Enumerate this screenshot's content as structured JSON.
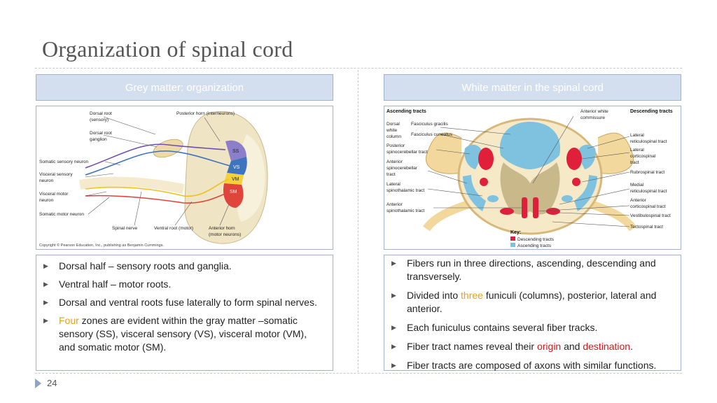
{
  "slide": {
    "title": "Organization of spinal cord",
    "page_number": "24"
  },
  "left_panel": {
    "header": "Grey matter: organization",
    "figure_labels": {
      "dorsal_root": "Dorsal root",
      "dorsal_root_sub": "(sensory)",
      "dorsal_root_ganglion": "Dorsal root",
      "dorsal_root_ganglion_sub": "ganglion",
      "posterior_horn": "Posterior horn (interneurons)",
      "somatic_sensory_neuron": "Somatic sensory neuron",
      "visceral_sensory_neuron": "Visceral sensory",
      "visceral_sensory_neuron_sub": "neuron",
      "visceral_motor_neuron": "Visceral motor",
      "visceral_motor_neuron_sub": "neuron",
      "somatic_motor_neuron": "Somatic motor neuron",
      "spinal_nerve": "Spinal nerve",
      "ventral_root": "Ventral root (motor)",
      "anterior_horn": "Anterior horn",
      "anterior_horn_sub": "(motor neurons)",
      "ss": "SS",
      "vs": "VS",
      "vm": "VM",
      "sm": "SM",
      "copyright": "Copyright © Pearson Education, Inc., publishing as Benjamin Cummings."
    },
    "bullets": [
      {
        "pre": "Dorsal half – sensory roots and ganglia.",
        "hl": "",
        "post": ""
      },
      {
        "pre": "Ventral half – motor roots.",
        "hl": "",
        "post": ""
      },
      {
        "pre": "Dorsal and ventral roots fuse laterally to form spinal nerves.",
        "hl": "",
        "post": ""
      },
      {
        "pre": "",
        "hl": "Four",
        "post": " zones are evident within the gray matter –somatic sensory (SS), visceral sensory (VS), visceral motor (VM), and somatic motor (SM)."
      }
    ]
  },
  "right_panel": {
    "header": "White matter in the spinal cord",
    "figure_labels": {
      "ascending_tracts": "Ascending tracts",
      "descending_tracts": "Descending tracts",
      "dorsal_white_column_1": "Dorsal",
      "dorsal_white_column_2": "white",
      "dorsal_white_column_3": "column",
      "fasciculus_gracilis": "Fasciculus gracilis",
      "fasciculus_cuneatus": "Fasciculus cuneatus",
      "posterior_spinocerebellar_1": "Posterior",
      "posterior_spinocerebellar_2": "spinocerebellar tract",
      "anterior_spinocerebellar_1": "Anterior",
      "anterior_spinocerebellar_2": "spinocerebellar",
      "anterior_spinocerebellar_3": "tract",
      "lateral_spinothalamic_1": "Lateral",
      "lateral_spinothalamic_2": "spinothalamic tract",
      "anterior_spinothalamic_1": "Anterior",
      "anterior_spinothalamic_2": "spinothalamic tract",
      "anterior_white_commissure_1": "Anterior white",
      "anterior_white_commissure_2": "commissure",
      "lateral_reticulospinal_1": "Lateral",
      "lateral_reticulospinal_2": "reticulospinal tract",
      "lateral_corticospinal_1": "Lateral",
      "lateral_corticospinal_2": "corticospinal",
      "lateral_corticospinal_3": "tract",
      "rubrospinal": "Rubrospinal tract",
      "medial_reticulospinal_1": "Medial",
      "medial_reticulospinal_2": "reticulospinal tract",
      "anterior_corticospinal_1": "Anterior",
      "anterior_corticospinal_2": "corticospinal tract",
      "vestibulospinal": "Vestibulospinal tract",
      "tectospinal": "Tectospinal tract",
      "key": "Key:",
      "key_descending": "Descending tracts",
      "key_ascending": "Ascending tracts"
    },
    "bullets": [
      {
        "pre": "Fibers run in three directions, ascending, descending and transversely.",
        "hl1": "",
        "mid": "",
        "hl2": "",
        "post": ""
      },
      {
        "pre": "Divided into ",
        "hl1": "three",
        "mid": " funiculi (columns), posterior, lateral and anterior.",
        "hl2": "",
        "post": ""
      },
      {
        "pre": "Each funiculus contains several fiber tracks.",
        "hl1": "",
        "mid": "",
        "hl2": "",
        "post": ""
      },
      {
        "pre": "Fiber tract names reveal their ",
        "hl1": "origin",
        "mid": " and ",
        "hl2": "destination",
        "post": "."
      },
      {
        "pre": "Fiber tracts are composed of axons with similar functions.",
        "hl1": "",
        "mid": "",
        "hl2": "",
        "post": ""
      }
    ]
  },
  "colors": {
    "header_bg": "#d3dfee",
    "border": "#9fb3cf",
    "highlight_orange": "#e8a020",
    "highlight_red": "#d8141c",
    "descending_tract": "#e0203a",
    "ascending_tract": "#6ec3e6"
  }
}
